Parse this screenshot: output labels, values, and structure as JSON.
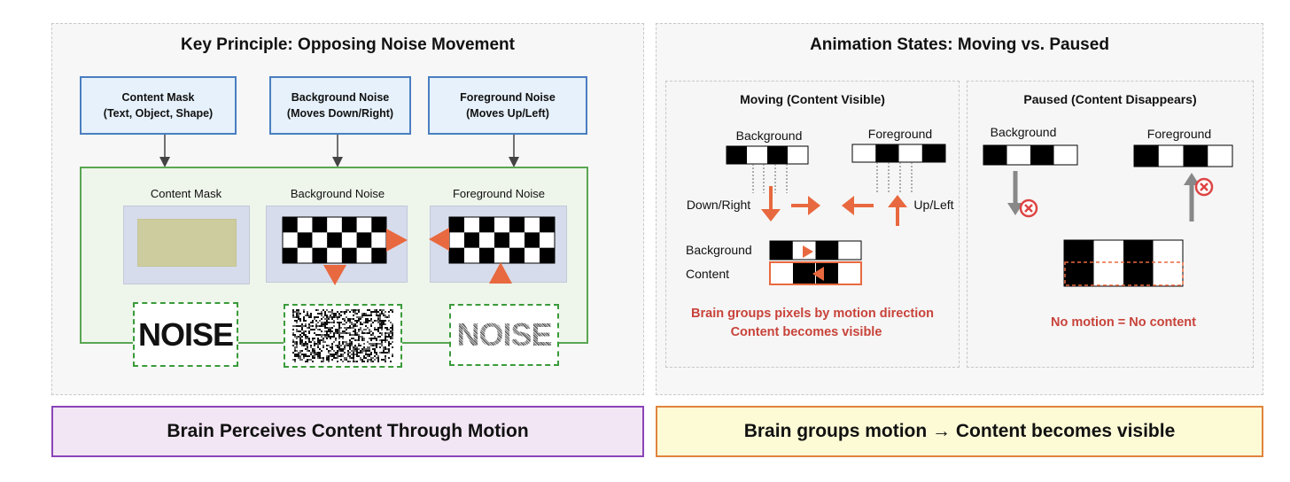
{
  "left_panel": {
    "title": "Key Principle: Opposing Noise Movement",
    "boxes": [
      {
        "title": "Content Mask",
        "subtitle": "(Text, Object, Shape)"
      },
      {
        "title": "Background Noise",
        "subtitle": "(Moves Down/Right)"
      },
      {
        "title": "Foreground Noise",
        "subtitle": "(Moves Up/Left)"
      }
    ],
    "inner_labels": [
      "Content Mask",
      "Background Noise",
      "Foreground Noise"
    ],
    "noise_word": "NOISE"
  },
  "right_panel": {
    "title": "Animation States: Moving vs. Paused",
    "moving": {
      "title": "Moving (Content Visible)",
      "background_label": "Background",
      "foreground_label": "Foreground",
      "down_right_label": "Down/Right",
      "up_left_label": "Up/Left",
      "row_background_label": "Background",
      "row_content_label": "Content",
      "caption_line1": "Brain groups pixels by motion direction",
      "caption_line2": "Content becomes visible"
    },
    "paused": {
      "title": "Paused (Content Disappears)",
      "background_label": "Background",
      "foreground_label": "Foreground",
      "caption": "No motion = No content"
    }
  },
  "bottom": {
    "left": "Brain Perceives Content Through Motion",
    "right": "Brain groups motion → Content becomes visible"
  },
  "colors": {
    "accent_orange": "#e8693f",
    "caption_red": "#c8433a",
    "box_blue_border": "#4a7ec0",
    "green_border": "#5aa653",
    "purple_border": "#8a44b8",
    "orange_border": "#e0833d"
  }
}
